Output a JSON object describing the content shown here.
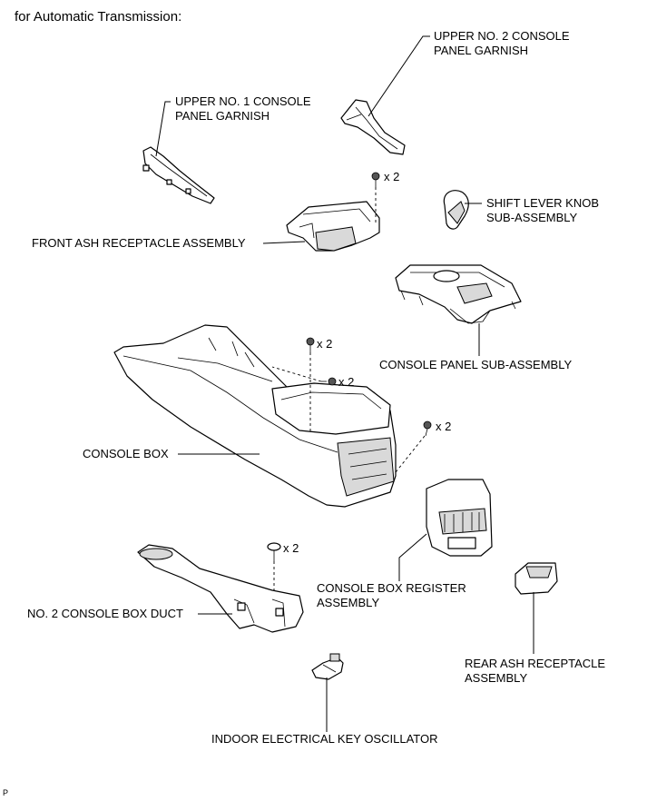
{
  "heading": "for Automatic Transmission:",
  "labels": {
    "upper_no2_garnish": [
      "UPPER NO. 2 CONSOLE",
      "PANEL GARNISH"
    ],
    "upper_no1_garnish": [
      "UPPER NO. 1 CONSOLE",
      "PANEL GARNISH"
    ],
    "shift_lever_knob": [
      "SHIFT LEVER KNOB",
      "SUB-ASSEMBLY"
    ],
    "front_ash_receptacle": [
      "FRONT ASH RECEPTACLE ASSEMBLY"
    ],
    "console_panel": [
      "CONSOLE PANEL SUB-ASSEMBLY"
    ],
    "console_box": [
      "CONSOLE BOX"
    ],
    "console_box_register": [
      "CONSOLE BOX REGISTER",
      "ASSEMBLY"
    ],
    "no2_duct": [
      "NO. 2 CONSOLE BOX DUCT"
    ],
    "rear_ash_receptacle": [
      "REAR ASH RECEPTACLE",
      "ASSEMBLY"
    ],
    "key_oscillator": [
      "INDOOR ELECTRICAL KEY OSCILLATOR"
    ]
  },
  "quantities": {
    "front_ash_screws": "x 2",
    "console_box_screws_top": "x 2",
    "console_box_screws_mid": "x 2",
    "console_box_screws_right": "x 2",
    "duct_clips": "x 2"
  },
  "footer_code": "P"
}
